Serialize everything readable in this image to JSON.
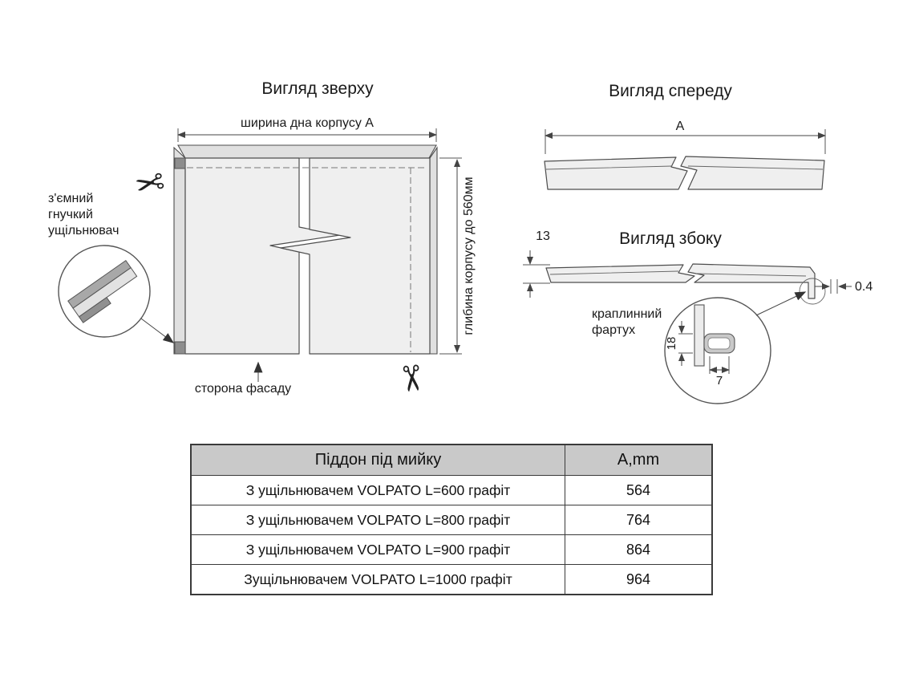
{
  "top_view": {
    "title": "Вигляд зверху",
    "width_dim": "ширина дна корпусу  А",
    "depth_dim": "глибина  корпусу до 560мм",
    "facade": "сторона фасаду",
    "seal_note": [
      "з'ємний",
      "гнучкий",
      "ущільнювач"
    ]
  },
  "front_view": {
    "title": "Вигляд спереду",
    "dim_a": "А"
  },
  "side_view": {
    "title": "Вигляд збоку",
    "dim_13": "13",
    "dim_04": "0.4",
    "dim_18": "18",
    "dim_7": "7",
    "apron_note": [
      "краплинний",
      "фартух"
    ]
  },
  "table": {
    "header": {
      "product": "Піддон під мийку",
      "size": "A,mm"
    },
    "rows": [
      {
        "product": "З ущільнювачем VOLPATO L=600 графіт",
        "size": "564"
      },
      {
        "product": "З ущільнювачем VOLPATO L=800 графіт",
        "size": "764"
      },
      {
        "product": "З ущільнювачем  VOLPATO L=900 графіт",
        "size": "864"
      },
      {
        "product": "Зущільнювачем VOLPATO L=1000 графіт",
        "size": "964"
      }
    ]
  },
  "icons": {
    "scissors": "✂"
  },
  "colors": {
    "line": "#4d4d4d",
    "fill_light": "#efefef",
    "fill_band": "#e0e0e0",
    "table_header_bg": "#c9c9c9"
  }
}
